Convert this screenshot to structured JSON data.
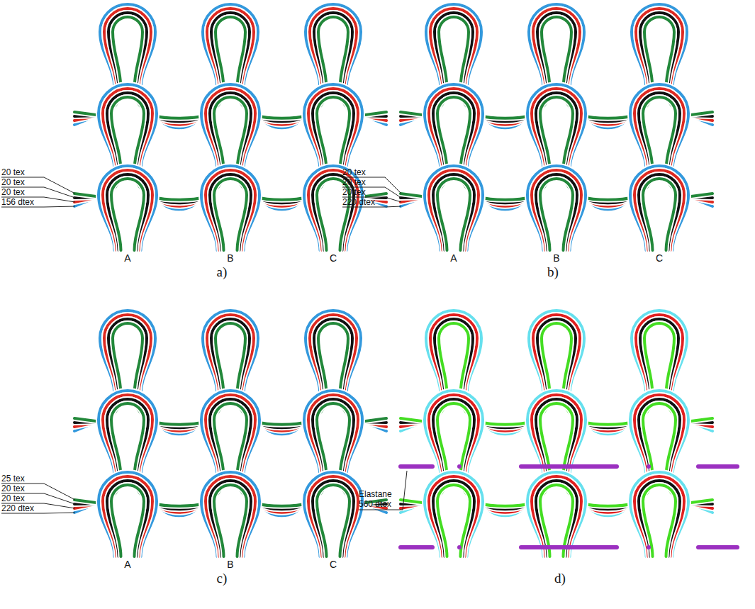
{
  "diagram": {
    "labels": [
      "20 tex",
      "20 tex",
      "20 tex",
      "156 dtex",
      "A",
      "B",
      "C",
      "a)",
      "20 tex",
      "20 tex",
      "20 tex",
      "220 dtex",
      "A",
      "B",
      "C",
      "b)",
      "25 tex",
      "20 tex",
      "20 tex",
      "220 dtex",
      "A",
      "B",
      "C",
      "c)",
      "Elastane 560 dtex",
      "d)"
    ]
  }
}
